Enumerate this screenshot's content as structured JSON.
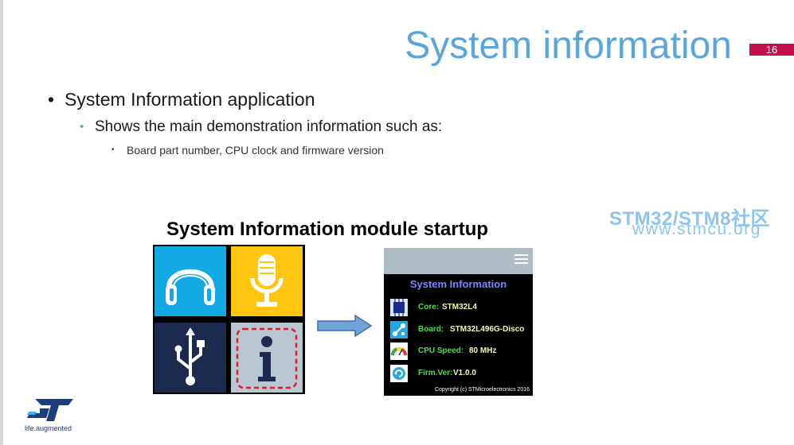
{
  "slide": {
    "title": "System information",
    "page_number": "16"
  },
  "bullets": {
    "level1": "System Information application",
    "level2": "Shows the main demonstration information such as:",
    "level3": "Board part number, CPU clock and firmware version"
  },
  "watermark": {
    "line1": "STM32/STM8社区",
    "line2": "www.stmcu.org"
  },
  "figure": {
    "caption": "System Information module startup",
    "tiles": [
      "headphones-icon",
      "microphone-icon",
      "usb-icon",
      "info-icon"
    ]
  },
  "screen": {
    "title": "System Information",
    "rows": [
      {
        "label": "Core:",
        "value": "STM32L4",
        "icon": "chip-icon"
      },
      {
        "label": "Board:",
        "value": "STM32L496G-Disco",
        "icon": "board-icon"
      },
      {
        "label": "CPU Speed:",
        "value": "80 MHz",
        "icon": "gauge-icon"
      },
      {
        "label": "Firm.Ver:",
        "value": "V1.0.0",
        "icon": "firmware-icon"
      }
    ],
    "copyright": "Copyright (c) STMicroelectronics 2016"
  },
  "footer": {
    "tagline": "life.augmented"
  },
  "colors": {
    "title": "#5aa5dc",
    "page_number_bg": "#c4104e",
    "screen_label": "#4fe04f",
    "screen_title": "#7f86ff"
  }
}
